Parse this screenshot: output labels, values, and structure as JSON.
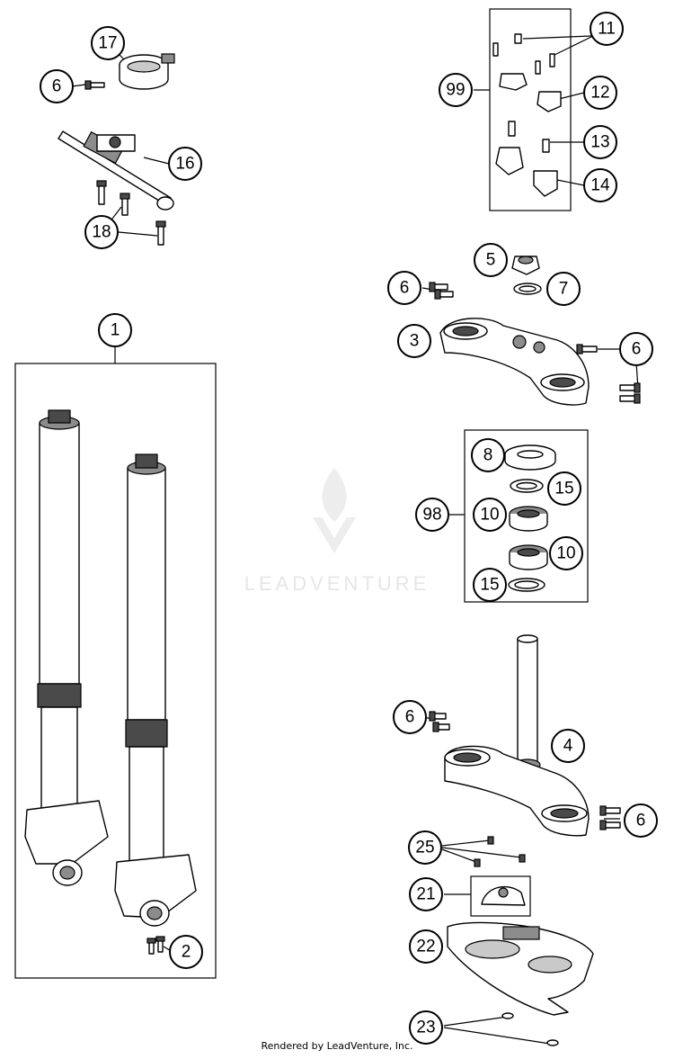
{
  "callouts": [
    {
      "id": "17",
      "label": "17"
    },
    {
      "id": "6a",
      "label": "6"
    },
    {
      "id": "16",
      "label": "16"
    },
    {
      "id": "18",
      "label": "18"
    },
    {
      "id": "11",
      "label": "11"
    },
    {
      "id": "99",
      "label": "99"
    },
    {
      "id": "12",
      "label": "12"
    },
    {
      "id": "13",
      "label": "13"
    },
    {
      "id": "14",
      "label": "14"
    },
    {
      "id": "5",
      "label": "5"
    },
    {
      "id": "6b",
      "label": "6"
    },
    {
      "id": "7",
      "label": "7"
    },
    {
      "id": "3",
      "label": "3"
    },
    {
      "id": "6c",
      "label": "6"
    },
    {
      "id": "1",
      "label": "1"
    },
    {
      "id": "8",
      "label": "8"
    },
    {
      "id": "15a",
      "label": "15"
    },
    {
      "id": "98",
      "label": "98"
    },
    {
      "id": "10a",
      "label": "10"
    },
    {
      "id": "10b",
      "label": "10"
    },
    {
      "id": "15b",
      "label": "15"
    },
    {
      "id": "6d",
      "label": "6"
    },
    {
      "id": "4",
      "label": "4"
    },
    {
      "id": "6e",
      "label": "6"
    },
    {
      "id": "25",
      "label": "25"
    },
    {
      "id": "21",
      "label": "21"
    },
    {
      "id": "22",
      "label": "22"
    },
    {
      "id": "2",
      "label": "2"
    },
    {
      "id": "23",
      "label": "23"
    }
  ],
  "watermark": "LEADVENTURE",
  "footer": "Rendered by LeadVenture, Inc."
}
